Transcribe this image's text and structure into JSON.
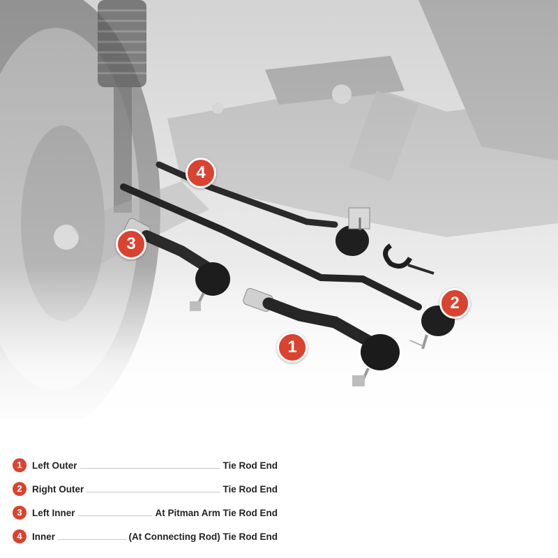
{
  "markers": [
    "1",
    "2",
    "3",
    "4"
  ],
  "legend": [
    {
      "num": "1",
      "label": "Left Outer",
      "value": "Tie Rod End"
    },
    {
      "num": "2",
      "label": "Right Outer",
      "value": "Tie Rod End"
    },
    {
      "num": "3",
      "label": "Left Inner",
      "value": "At Pitman Arm Tie Rod End"
    },
    {
      "num": "4",
      "label": "Inner",
      "value": "(At Connecting Rod) Tie Rod End"
    }
  ],
  "colors": {
    "accent": "#d9432f",
    "part": "#2a2a2a",
    "background_gray": "#b8b8b8"
  },
  "icons": {
    "part_image": "tie-rod-end-illustration"
  }
}
